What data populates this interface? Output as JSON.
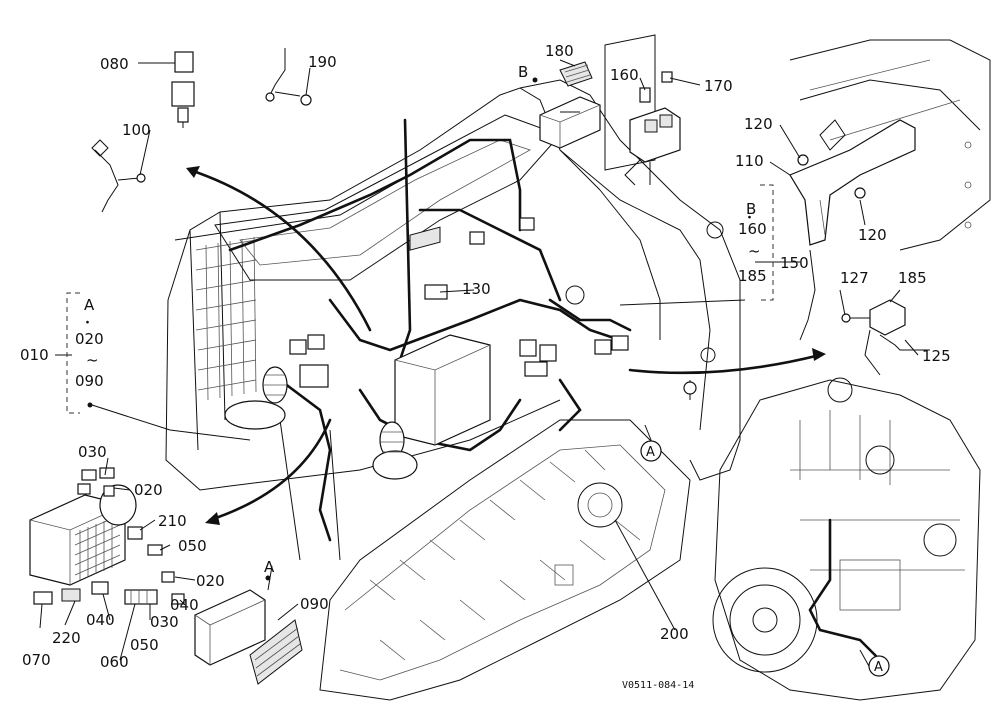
{
  "diagram": {
    "drawing_code": "V0511-084-14",
    "callouts": {
      "c010": "010",
      "c020a": "020",
      "c020b": "020",
      "c020c": "020",
      "c030a": "030",
      "c030b": "030",
      "c040a": "040",
      "c040b": "040",
      "c050a": "050",
      "c050b": "050",
      "c060": "060",
      "c070": "070",
      "c080": "080",
      "c090a": "090",
      "c090b": "090",
      "c100": "100",
      "c110": "110",
      "c120a": "120",
      "c120b": "120",
      "c125": "125",
      "c127": "127",
      "c130": "130",
      "c150": "150",
      "c160a": "160",
      "c160b": "160",
      "c170": "170",
      "c180": "180",
      "c185a": "185",
      "c185b": "185",
      "c190": "190",
      "c200": "200",
      "c210": "210",
      "c220": "220"
    },
    "letters": {
      "a_bracket": "A",
      "a_tray": "A",
      "a_circle1": "A",
      "a_circle2": "A",
      "b_top": "B",
      "b_bracket": "B"
    },
    "symbols": {
      "dot": "・",
      "tilde": "~"
    }
  }
}
